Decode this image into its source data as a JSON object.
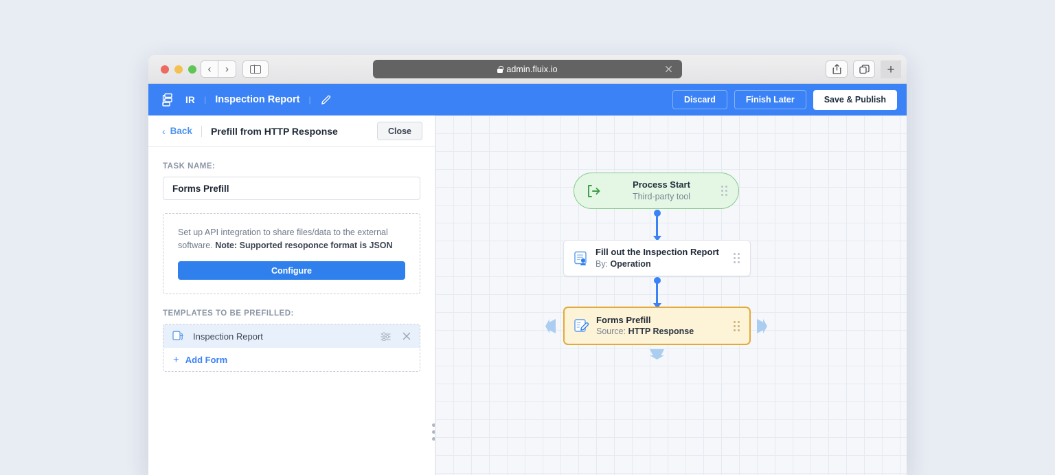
{
  "browser": {
    "url": "admin.fluix.io",
    "lock_icon": "lock-icon",
    "back_icon": "‹",
    "forward_icon": "›",
    "close_tab_icon": "✕",
    "new_tab_icon": "+",
    "share_icon": "share-icon",
    "tabs_icon": "tabs-icon",
    "sidebar_icon": "sidebar-icon"
  },
  "appbar": {
    "brand_icon": "workflow-icon",
    "abbr": "IR",
    "doc_title": "Inspection Report",
    "edit_icon": "pencil-icon",
    "separator": "|",
    "discard_label": "Discard",
    "finish_later_label": "Finish Later",
    "save_publish_label": "Save & Publish",
    "accent_color": "#3b82f6"
  },
  "panel": {
    "back_label": "Back",
    "back_chevron": "‹",
    "title": "Prefill from HTTP Response",
    "close_label": "Close",
    "task_name_label": "TASK NAME:",
    "task_name_value": "Forms Prefill",
    "info_text": "Set up API integration to share files/data to the external software. ",
    "info_note": "Note: Supported resoponce format is JSON",
    "configure_label": "Configure",
    "templates_label": "TEMPLATES TO BE PREFILLED:",
    "templates": [
      {
        "name": "Inspection Report",
        "doc_icon": "form-copy-icon",
        "settings_icon": "sliders-icon",
        "remove_icon": "close-icon"
      }
    ],
    "add_form_label": "Add Form",
    "add_form_icon": "+",
    "resize_handle_icon": "vertical-dots-handle"
  },
  "canvas": {
    "nodes": [
      {
        "id": "process-start",
        "title": "Process Start",
        "subtitle": "Third-party tool",
        "icon": "process-start-icon",
        "state": "start",
        "border_color": "#88c98c",
        "fill_color": "#e3f7e4"
      },
      {
        "id": "fill-out-inspection-report",
        "title": "Fill out the Inspection Report",
        "subtitle_prefix": "By: ",
        "subtitle_value": "Operation",
        "icon": "form-user-icon",
        "state": "default",
        "border_color": "#dfe3ea",
        "fill_color": "#ffffff"
      },
      {
        "id": "forms-prefill",
        "title": "Forms Prefill",
        "subtitle_prefix": "Source: ",
        "subtitle_value": "HTTP Response",
        "icon": "form-edit-icon",
        "state": "selected",
        "border_color": "#e3a93a",
        "fill_color": "#fdf3d7"
      }
    ],
    "drag_handle_icon": "drag-dots",
    "connector_color": "#3b82f6",
    "add_handle_icon": "add-node-arrow"
  }
}
